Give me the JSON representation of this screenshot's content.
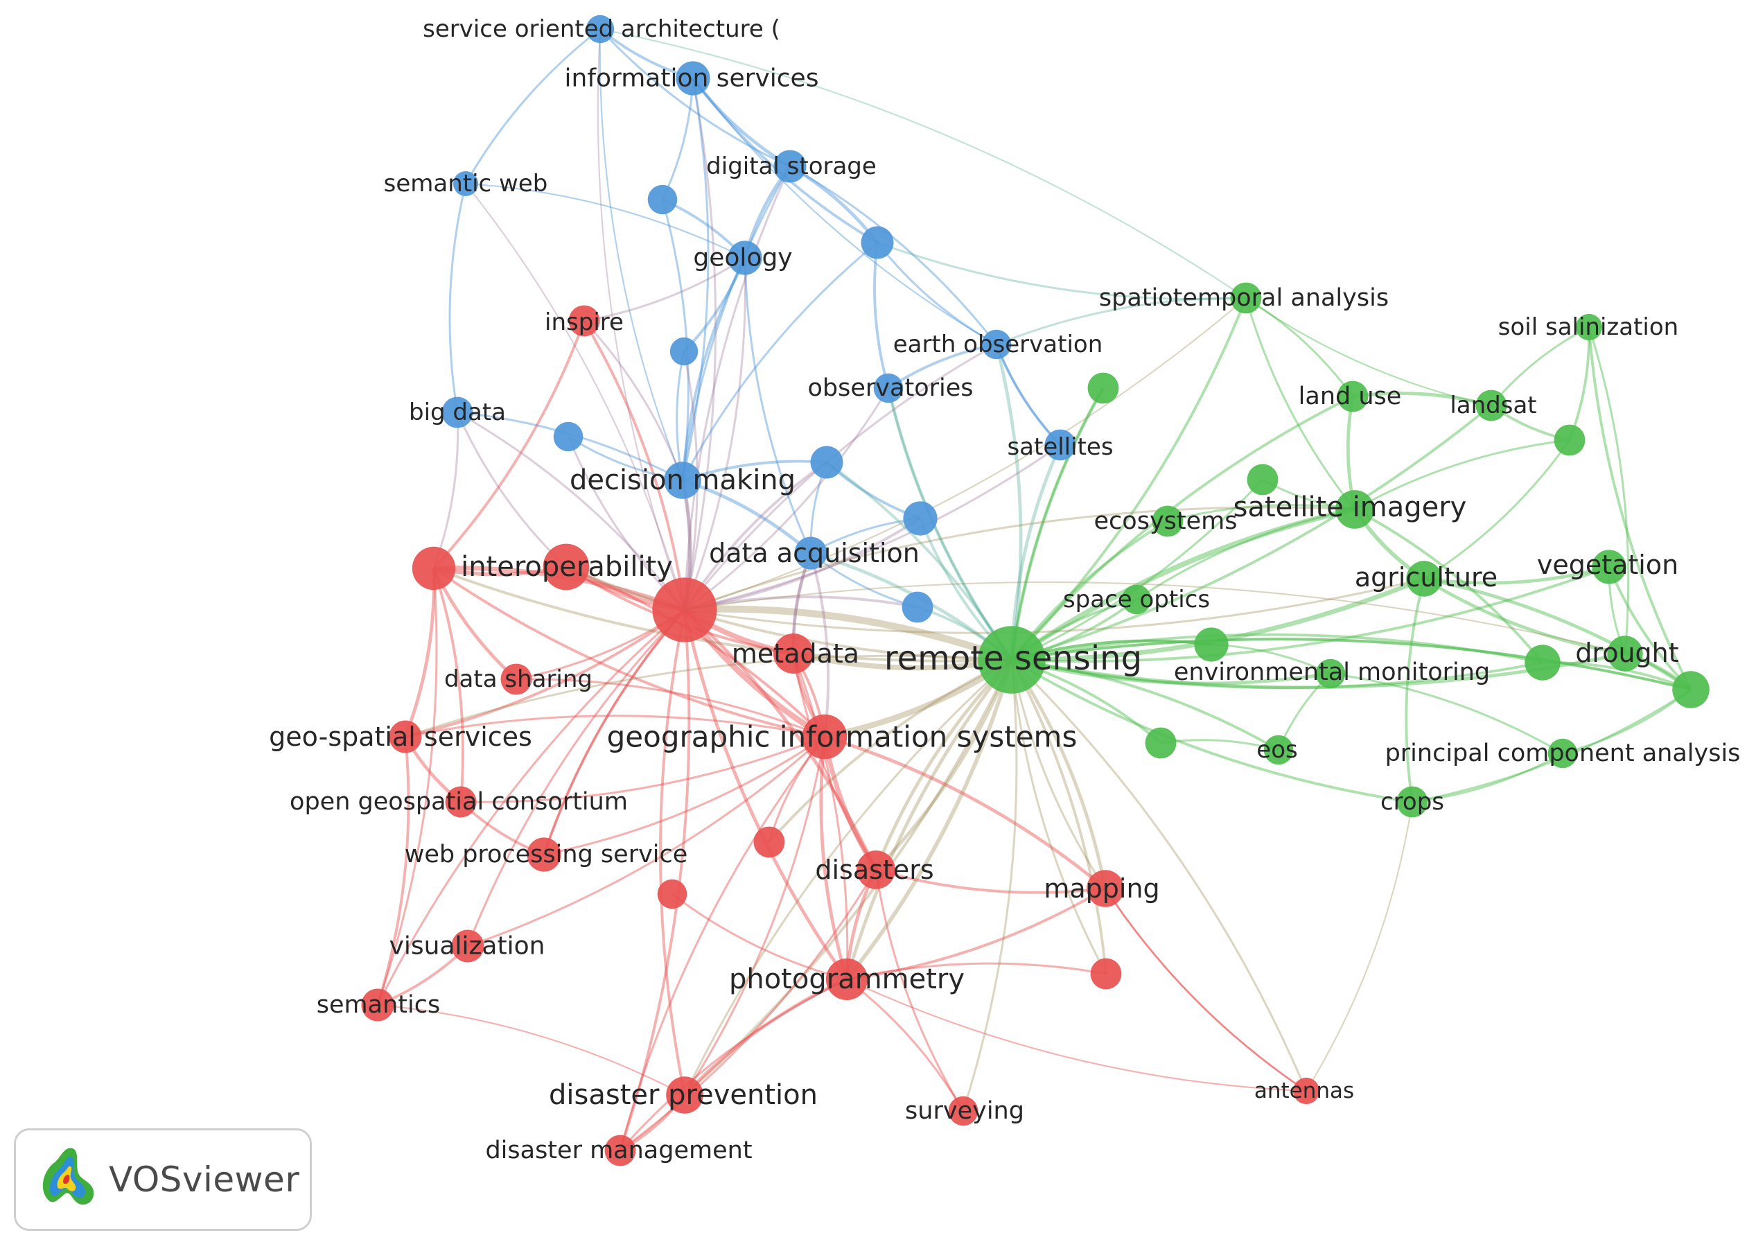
{
  "brand": {
    "name": "VOSviewer",
    "logo": "vosviewer-logo-icon"
  },
  "clusters": [
    {
      "id": "red",
      "color": "#e8504f"
    },
    {
      "id": "green",
      "color": "#4dbd4e"
    },
    {
      "id": "blue",
      "color": "#4f97d9"
    }
  ],
  "nodes": [
    {
      "label": "service oriented architecture (",
      "cluster": "blue",
      "weight": 1.2
    },
    {
      "label": "information services",
      "cluster": "blue",
      "weight": 1.6
    },
    {
      "label": "semantic web",
      "cluster": "blue",
      "weight": 1.0
    },
    {
      "label": "digital storage",
      "cluster": "blue",
      "weight": 1.5
    },
    {
      "label": "",
      "cluster": "blue",
      "weight": 1.3
    },
    {
      "label": "",
      "cluster": "blue",
      "weight": 1.5
    },
    {
      "label": "geology",
      "cluster": "blue",
      "weight": 1.6
    },
    {
      "label": "",
      "cluster": "blue",
      "weight": 1.2
    },
    {
      "label": "earth observation",
      "cluster": "blue",
      "weight": 1.3
    },
    {
      "label": "observatories",
      "cluster": "blue",
      "weight": 1.3
    },
    {
      "label": "big data",
      "cluster": "blue",
      "weight": 1.4
    },
    {
      "label": "",
      "cluster": "blue",
      "weight": 1.3
    },
    {
      "label": "decision making",
      "cluster": "blue",
      "weight": 1.8
    },
    {
      "label": "",
      "cluster": "blue",
      "weight": 1.5
    },
    {
      "label": "satellites",
      "cluster": "blue",
      "weight": 1.4
    },
    {
      "label": "",
      "cluster": "blue",
      "weight": 1.6
    },
    {
      "label": "data acquisition",
      "cluster": "blue",
      "weight": 1.5
    },
    {
      "label": "",
      "cluster": "blue",
      "weight": 1.4
    },
    {
      "label": "inspire",
      "cluster": "red",
      "weight": 1.4
    },
    {
      "label": "interoperability",
      "cluster": "red",
      "weight": 2.2
    },
    {
      "label": "",
      "cluster": "red",
      "weight": 2.4
    },
    {
      "label": "",
      "cluster": "red",
      "weight": 3.6
    },
    {
      "label": "metadata",
      "cluster": "red",
      "weight": 2.0
    },
    {
      "label": "data sharing",
      "cluster": "red",
      "weight": 1.4
    },
    {
      "label": "geo-spatial services",
      "cluster": "red",
      "weight": 1.5
    },
    {
      "label": "geographic information systems",
      "cluster": "red",
      "weight": 2.3
    },
    {
      "label": "open geospatial consortium",
      "cluster": "red",
      "weight": 1.4
    },
    {
      "label": "web processing service",
      "cluster": "red",
      "weight": 1.6
    },
    {
      "label": "",
      "cluster": "red",
      "weight": 1.4
    },
    {
      "label": "",
      "cluster": "red",
      "weight": 1.3
    },
    {
      "label": "disasters",
      "cluster": "red",
      "weight": 1.9
    },
    {
      "label": "mapping",
      "cluster": "red",
      "weight": 1.8
    },
    {
      "label": "visualization",
      "cluster": "red",
      "weight": 1.5
    },
    {
      "label": "",
      "cluster": "red",
      "weight": 1.4
    },
    {
      "label": "photogrammetry",
      "cluster": "red",
      "weight": 2.1
    },
    {
      "label": "semantics",
      "cluster": "red",
      "weight": 1.5
    },
    {
      "label": "antennas",
      "cluster": "red",
      "weight": 1.1
    },
    {
      "label": "disaster prevention",
      "cluster": "red",
      "weight": 1.8
    },
    {
      "label": "surveying",
      "cluster": "red",
      "weight": 1.3
    },
    {
      "label": "disaster management",
      "cluster": "red",
      "weight": 1.4
    },
    {
      "label": "spatiotemporal analysis",
      "cluster": "green",
      "weight": 1.4
    },
    {
      "label": "soil salinization",
      "cluster": "green",
      "weight": 1.1
    },
    {
      "label": "",
      "cluster": "green",
      "weight": 1.4
    },
    {
      "label": "land use",
      "cluster": "green",
      "weight": 1.4
    },
    {
      "label": "landsat",
      "cluster": "green",
      "weight": 1.4
    },
    {
      "label": "",
      "cluster": "green",
      "weight": 1.4
    },
    {
      "label": "",
      "cluster": "green",
      "weight": 1.4
    },
    {
      "label": "satellite imagery",
      "cluster": "green",
      "weight": 1.9
    },
    {
      "label": "ecosystems",
      "cluster": "green",
      "weight": 1.4
    },
    {
      "label": "agriculture",
      "cluster": "green",
      "weight": 1.7
    },
    {
      "label": "vegetation",
      "cluster": "green",
      "weight": 1.6
    },
    {
      "label": "space optics",
      "cluster": "green",
      "weight": 1.3
    },
    {
      "label": "remote sensing",
      "cluster": "green",
      "weight": 3.8
    },
    {
      "label": "",
      "cluster": "green",
      "weight": 1.6
    },
    {
      "label": "environmental monitoring",
      "cluster": "green",
      "weight": 1.3
    },
    {
      "label": "",
      "cluster": "green",
      "weight": 1.7
    },
    {
      "label": "drought",
      "cluster": "green",
      "weight": 1.7
    },
    {
      "label": "",
      "cluster": "green",
      "weight": 1.8
    },
    {
      "label": "",
      "cluster": "green",
      "weight": 1.4
    },
    {
      "label": "eos",
      "cluster": "green",
      "weight": 1.3
    },
    {
      "label": "principal component analysis",
      "cluster": "green",
      "weight": 1.3
    },
    {
      "label": "crops",
      "cluster": "green",
      "weight": 1.4
    }
  ]
}
